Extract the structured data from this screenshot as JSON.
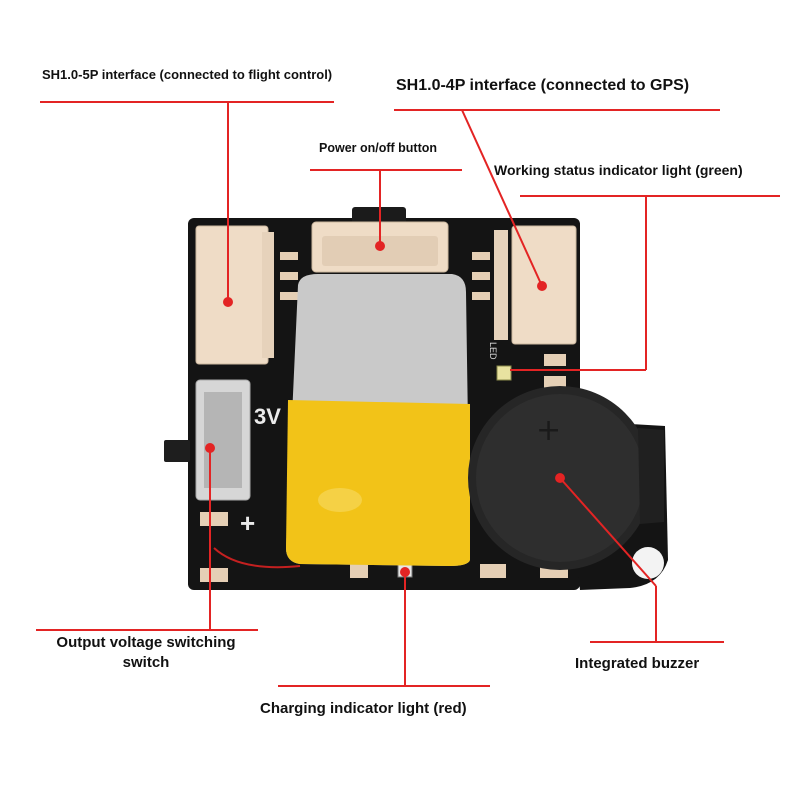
{
  "labels": {
    "sh5p": "SH1.0-5P interface (connected to flight control)",
    "sh4p": "SH1.0-4P interface (connected to GPS)",
    "power_button": "Power on/off button",
    "status_light": "Working status indicator light (green)",
    "voltage_switch_line1": "Output voltage switching",
    "voltage_switch_line2": "switch",
    "buzzer": "Integrated buzzer",
    "charging_light": "Charging indicator light (red)"
  },
  "board": {
    "silk_3v": "3V",
    "silk_led": "LED",
    "silk_plus": "+"
  },
  "colors": {
    "callout_line": "#e32424",
    "pcb": "#141414",
    "connector": "#efdcc6",
    "battery_silver": "#c9c9c9",
    "battery_yellow": "#f2c318",
    "buzzer": "#262626",
    "text": "#111111"
  }
}
